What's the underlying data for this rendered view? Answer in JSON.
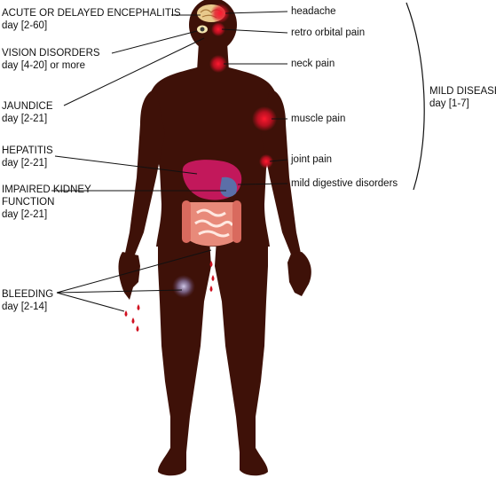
{
  "left_labels": [
    {
      "id": "encephalitis",
      "title": "ACUTE OR DELAYED ENCEPHALITIS",
      "days": "day [2-60]"
    },
    {
      "id": "vision",
      "title": "VISION DISORDERS",
      "days": "day [4-20] or more"
    },
    {
      "id": "jaundice",
      "title": "JAUNDICE",
      "days": "day [2-21]"
    },
    {
      "id": "hepatitis",
      "title": "HEPATITIS",
      "days": "day [2-21]"
    },
    {
      "id": "kidney",
      "title": "IMPAIRED KIDNEY",
      "title2": "FUNCTION",
      "days": "day [2-21]"
    },
    {
      "id": "bleeding",
      "title": "BLEEDING",
      "days": "day [2-14]"
    }
  ],
  "right_labels": {
    "headache": "headache",
    "retro_orbital": "retro orbital pain",
    "neck": "neck pain",
    "muscle": "muscle pain",
    "joint": "joint pain",
    "digestive": "mild digestive disorders"
  },
  "bracket": {
    "title": "MILD DISEASE",
    "days": "day [1-7]"
  },
  "colors": {
    "body": "#3e1108",
    "pain": "#e0102a",
    "liver": "#c2185b",
    "intestine": "#e88a7a",
    "blood": "#d01020"
  }
}
